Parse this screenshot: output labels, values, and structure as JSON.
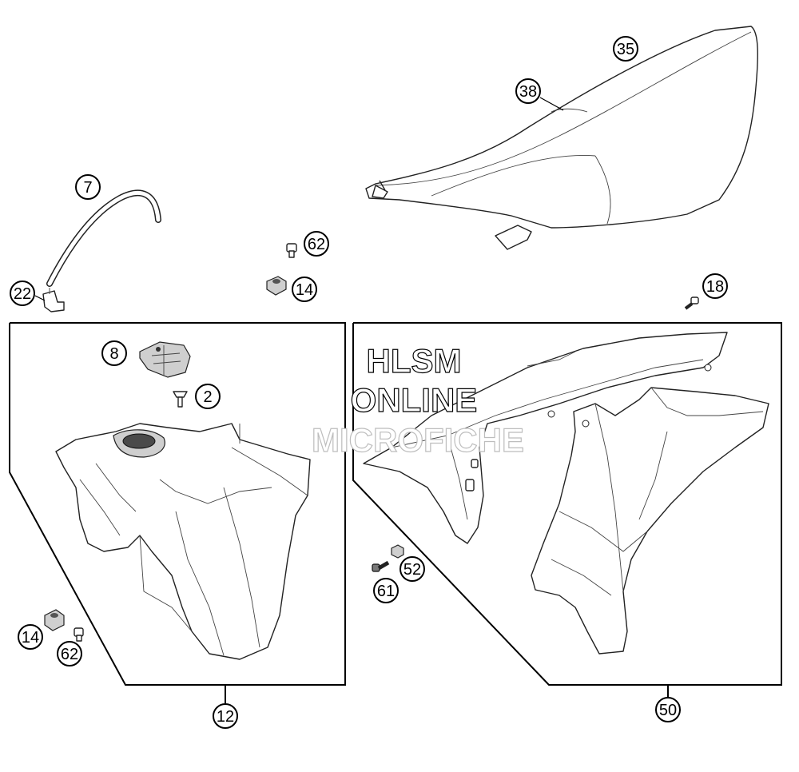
{
  "callouts": {
    "c35": "35",
    "c38": "38",
    "c7": "7",
    "c62_top": "62",
    "c22": "22",
    "c14_top": "14",
    "c18": "18",
    "c8": "8",
    "c2": "2",
    "c14_bottom": "14",
    "c62_bottom": "62",
    "c12": "12",
    "c52": "52",
    "c61": "61",
    "c50": "50"
  },
  "watermark": {
    "line1": "HLSM",
    "line2": "ONLINE",
    "line3": "MICROFICHE"
  }
}
